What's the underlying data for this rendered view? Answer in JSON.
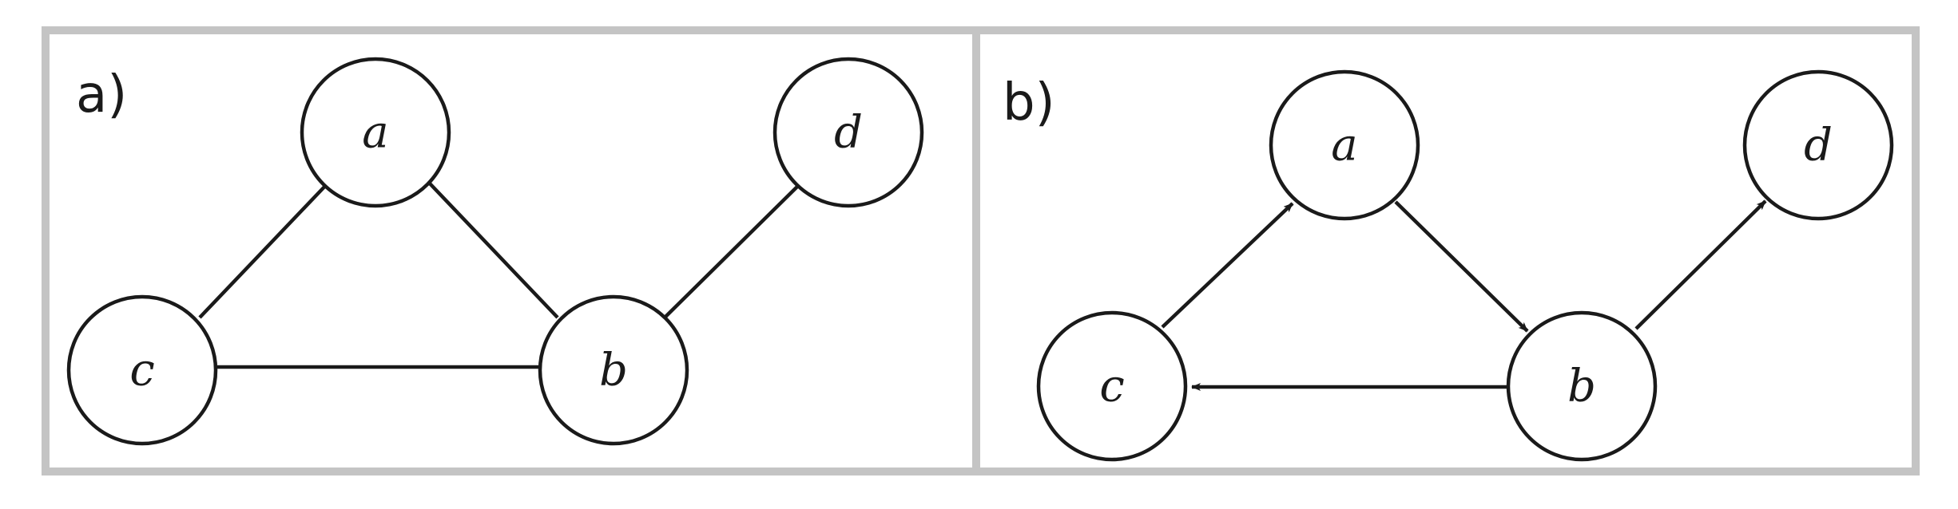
{
  "panels": [
    {
      "label": "a)",
      "directed": false,
      "nodes": [
        "a",
        "b",
        "c",
        "d"
      ],
      "edges": [
        {
          "from": "c",
          "to": "a"
        },
        {
          "from": "a",
          "to": "b"
        },
        {
          "from": "c",
          "to": "b"
        },
        {
          "from": "b",
          "to": "d"
        }
      ]
    },
    {
      "label": "b)",
      "directed": true,
      "nodes": [
        "a",
        "b",
        "c",
        "d"
      ],
      "edges": [
        {
          "from": "c",
          "to": "a"
        },
        {
          "from": "a",
          "to": "b"
        },
        {
          "from": "b",
          "to": "c"
        },
        {
          "from": "b",
          "to": "d"
        }
      ]
    }
  ]
}
